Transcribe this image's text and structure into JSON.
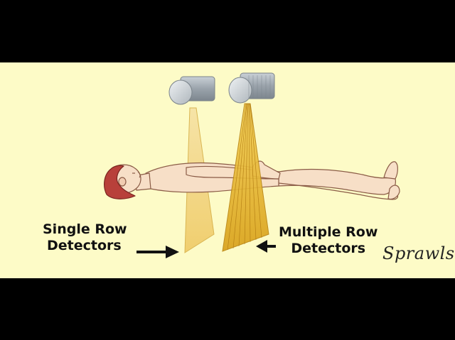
{
  "diagram": {
    "labels": {
      "single_row_line1": "Single Row",
      "single_row_line2": "Detectors",
      "multiple_row_line1": "Multiple Row",
      "multiple_row_line2": "Detectors"
    },
    "signature": "Sprawls",
    "colors": {
      "background_panel": "#fdfbc7",
      "letterbox": "#000000",
      "tube": "#9aa3ab",
      "single_beam": "#f2d27a",
      "multi_beam": "#e9b82e",
      "skin": "#f7dfc7",
      "hair": "#b8403a"
    }
  }
}
